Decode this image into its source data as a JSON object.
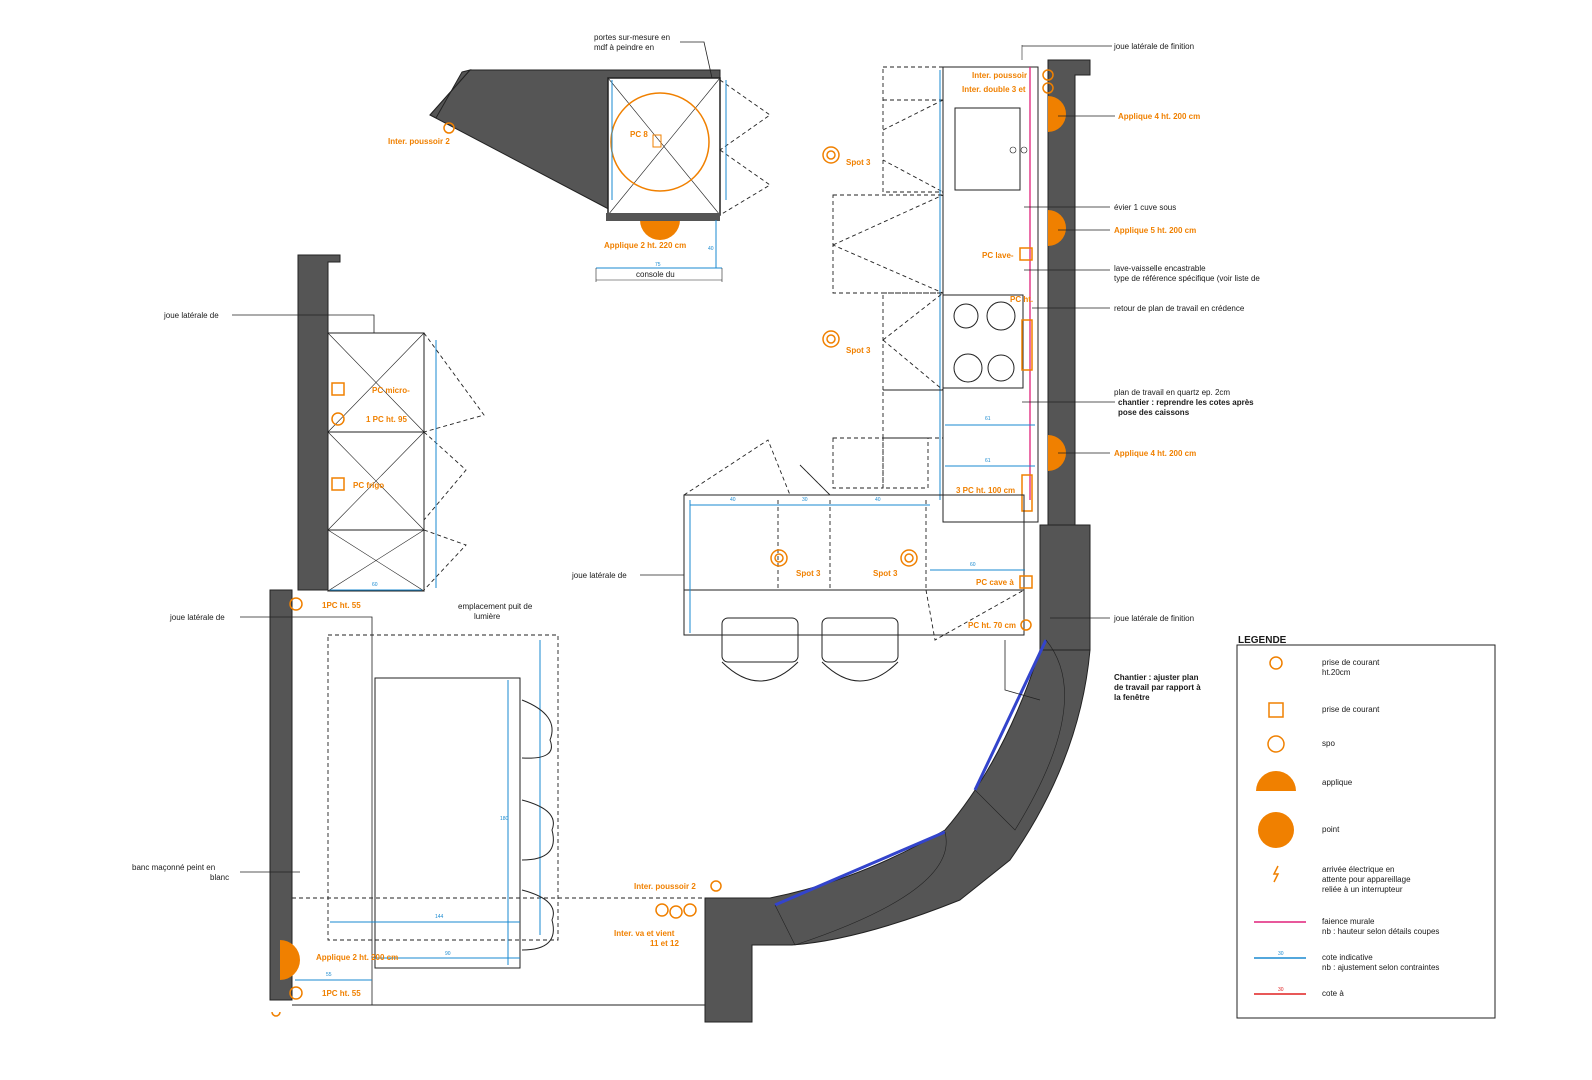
{
  "colors": {
    "wall": "#555555",
    "accent": "#f08000",
    "dimension": "#1a8ad0",
    "faience": "#e0207a",
    "cote_red": "#e02020"
  },
  "labels": {
    "portes": "portes sur-mesure en",
    "mdf": "mdf à peindre en",
    "interPoussoir2Top": "Inter. poussoir 2",
    "pc8": "PC 8",
    "applique2Top": "Applique 2 ht. 220 cm",
    "console": "console du",
    "dimConsoleW": "75",
    "dimConsoleH": "40",
    "joueLatFinitionTop": "joue latérale de finition",
    "interPoussoirR": "Inter. poussoir",
    "interDouble": "Inter. double 3 et",
    "applique4Top": "Applique 4 ht. 200 cm",
    "spot3a": "Spot 3",
    "evier": "évier 1 cuve sous",
    "applique5": "Applique 5 ht. 200 cm",
    "pcLave": "PC lave-",
    "laveVaisselle1": "lave-vaisselle encastrable",
    "laveVaisselle2": "type de référence spécifique (voir liste de",
    "pcHt": "PC ht.",
    "retour": "retour de plan de travail en crédence",
    "spot3b": "Spot 3",
    "planTravail": "plan de travail en quartz ep. 2cm",
    "chantier1": "chantier : reprendre les cotes après",
    "chantier2": "pose des caissons",
    "applique4Mid": "Applique 4 ht. 200 cm",
    "pc3": "3 PC ht. 100 cm",
    "dim61a": "61",
    "dim61b": "61",
    "dim40a": "40",
    "dim30": "30",
    "dim40b": "40",
    "spot3c": "Spot 3",
    "spot3d": "Spot 3",
    "joueLatDe": "joue latérale de",
    "pcCave": "PC cave à",
    "dim60": "60",
    "joueLatFinitionMid": "joue latérale de finition",
    "pcHt70": "PC ht. 70 cm",
    "chantierWin1": "Chantier : ajuster plan",
    "chantierWin2": "de travail par rapport à",
    "chantierWin3": "la fenêtre",
    "joueLatLeftTop": "joue latérale de",
    "pcMicro": "PC micro-",
    "pc1ht95": "1 PC ht. 95",
    "pcFrigo": "PC frigo",
    "dim60left": "60",
    "joueLatLeftMid": "joue latérale de",
    "pc1ht55a": "1PC ht. 55",
    "emplacement1": "emplacement puit de",
    "emplacement2": "lumière",
    "dim144": "144",
    "dim90": "90",
    "dim180": "180",
    "banc1": "banc maçonné peint en",
    "banc2": "blanc",
    "applique2Bottom": "Applique 2 ht. 200 cm",
    "dim55": "55",
    "pc1ht55b": "1PC ht. 55",
    "interPoussoir2Bottom": "Inter. poussoir 2",
    "interVaVient1": "Inter. va et vient",
    "interVaVient2": "11 et 12"
  },
  "legend": {
    "title": "LEGENDE",
    "items": [
      {
        "icon": "socket-round-icon",
        "text1": "prise de courant",
        "text2": "ht.20cm"
      },
      {
        "icon": "socket-square-icon",
        "text1": "prise de courant",
        "text2": ""
      },
      {
        "icon": "spot-icon",
        "text1": "spo",
        "text2": ""
      },
      {
        "icon": "applique-icon",
        "text1": "applique",
        "text2": ""
      },
      {
        "icon": "point-icon",
        "text1": "point",
        "text2": ""
      },
      {
        "icon": "electric-arrival-icon",
        "text1": "arrivée électrique en",
        "text2": "attente pour appareillage",
        "text3": "reliée à un interrupteur"
      },
      {
        "icon": "faience-line-icon",
        "text1": "faience murale",
        "text2": "nb : hauteur selon détails coupes"
      },
      {
        "icon": "blue-dim-icon",
        "text1": "cote indicative",
        "text2": "nb : ajustement selon contraintes",
        "dimval": "30"
      },
      {
        "icon": "red-dim-icon",
        "text1": "cote à",
        "text2": "",
        "dimval": "30"
      }
    ]
  }
}
